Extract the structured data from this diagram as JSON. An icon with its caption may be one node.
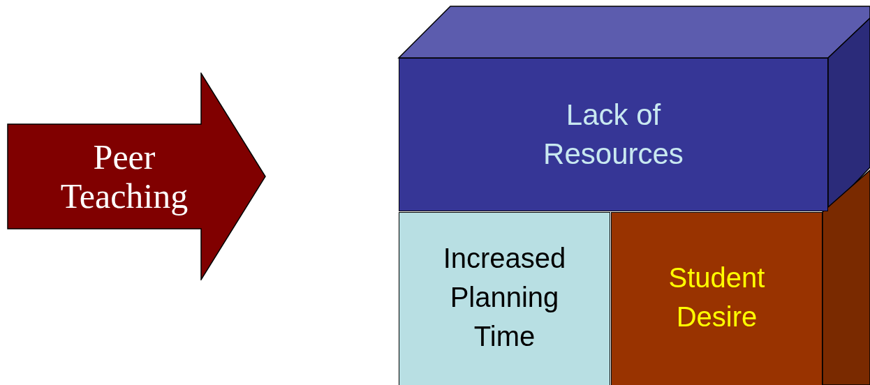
{
  "diagram": {
    "nodes": [
      {
        "text": [
          "Peer Teaching"
        ]
      },
      {
        "text": [
          "Lack of Resources"
        ]
      },
      {
        "text": [
          "Increased Planning Time"
        ]
      },
      {
        "text": [
          "Student Desire"
        ]
      }
    ]
  }
}
